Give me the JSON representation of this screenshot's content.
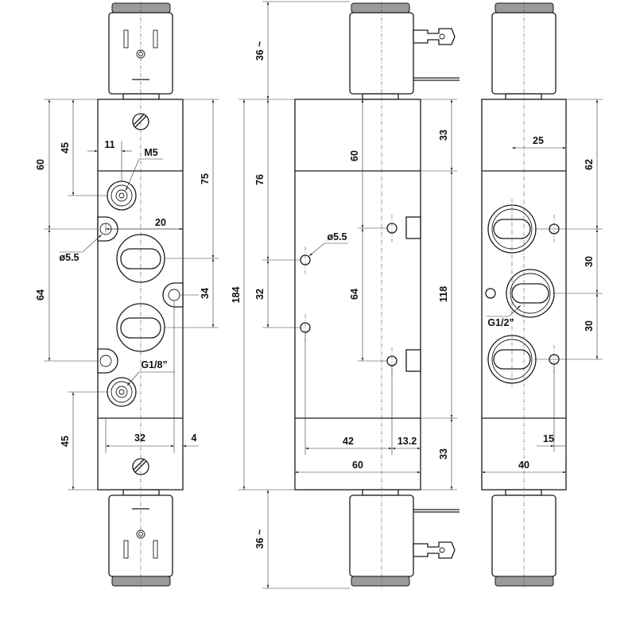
{
  "views": {
    "left": {
      "dims": {
        "d60": "60",
        "d45_top": "45",
        "d11": "11",
        "m5": "M5",
        "d75": "75",
        "d20": "20",
        "d55": "ø5.5",
        "d64": "64",
        "d34": "34",
        "g18": "G1/8”",
        "d45_bot": "45",
        "d32": "32",
        "d4": "4"
      }
    },
    "middle": {
      "dims": {
        "d36_top": "36 ~",
        "d184": "184",
        "d76": "76",
        "d60": "60",
        "d55": "ø5.5",
        "d32": "32",
        "d64": "64",
        "d33_top": "33",
        "d118": "118",
        "d33_bot": "33",
        "d42": "42",
        "d132": "13.2",
        "d60_bot": "60",
        "d36_bot": "36 ~"
      }
    },
    "right": {
      "dims": {
        "d25": "25",
        "d62": "62",
        "d30_a": "30",
        "d30_b": "30",
        "g12": "G1/2”",
        "d15": "15",
        "d40": "40"
      }
    }
  }
}
